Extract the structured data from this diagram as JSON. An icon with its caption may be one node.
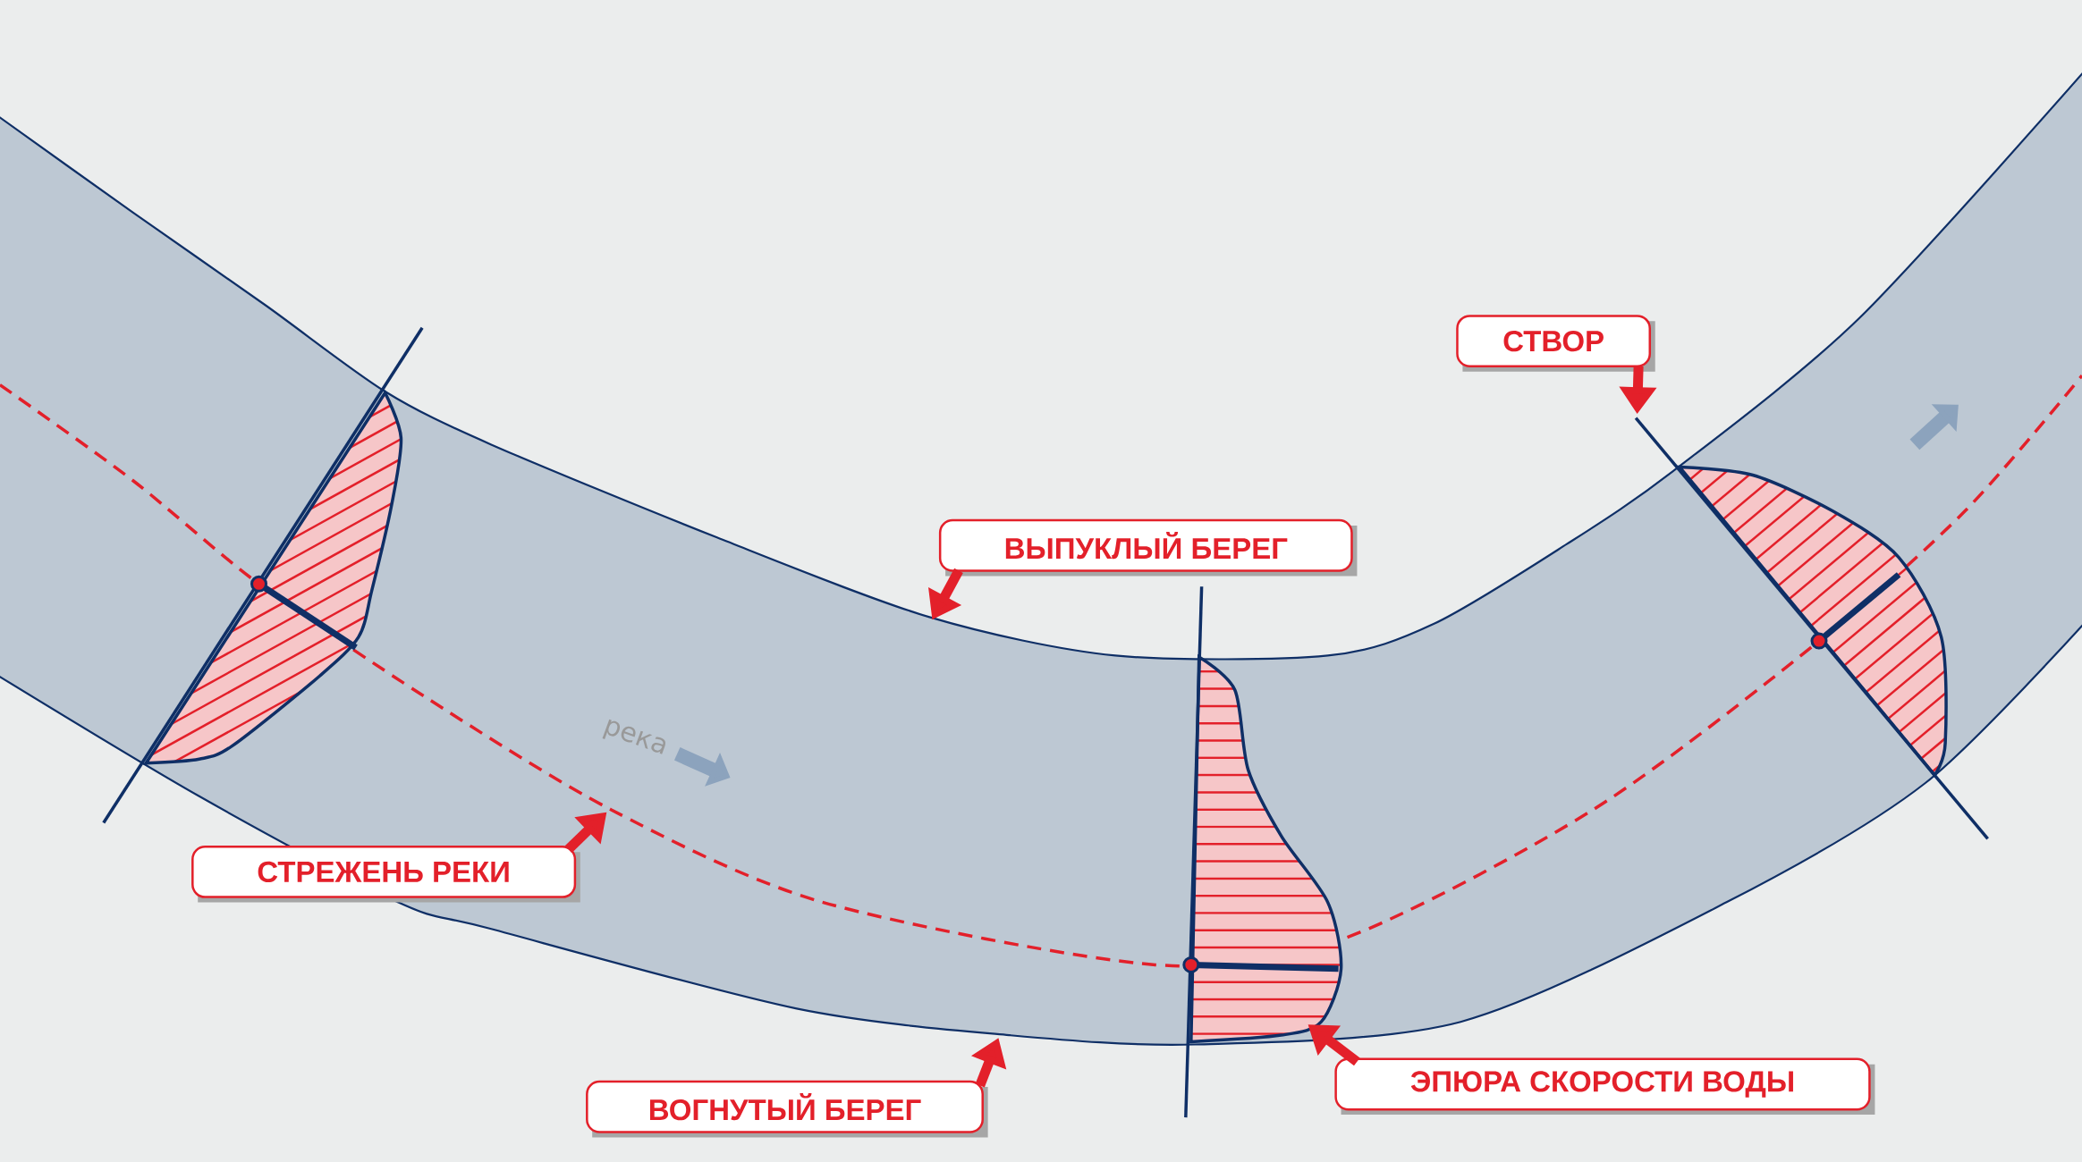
{
  "diagram": {
    "nodes": [
      {
        "text": [
          "ВЫПУКЛЫЙ БЕРЕГ"
        ]
      },
      {
        "text": [
          "СТВОР"
        ]
      },
      {
        "text": [
          "СТРЕЖЕНЬ РЕКИ"
        ]
      },
      {
        "text": [
          "ВОГНУТЫЙ БЕРЕГ"
        ]
      },
      {
        "text": [
          "ЭПЮРА СКОРОСТИ ВОДЫ"
        ]
      }
    ],
    "edges": [
      {
        "from": 0,
        "to": null,
        "arrow": "to"
      },
      {
        "from": 1,
        "to": null,
        "arrow": "to"
      },
      {
        "from": 2,
        "to": null,
        "arrow": "to"
      },
      {
        "from": 3,
        "to": null,
        "arrow": "to"
      },
      {
        "from": 4,
        "to": null,
        "arrow": "to"
      }
    ],
    "labels": [
      "река"
    ]
  }
}
